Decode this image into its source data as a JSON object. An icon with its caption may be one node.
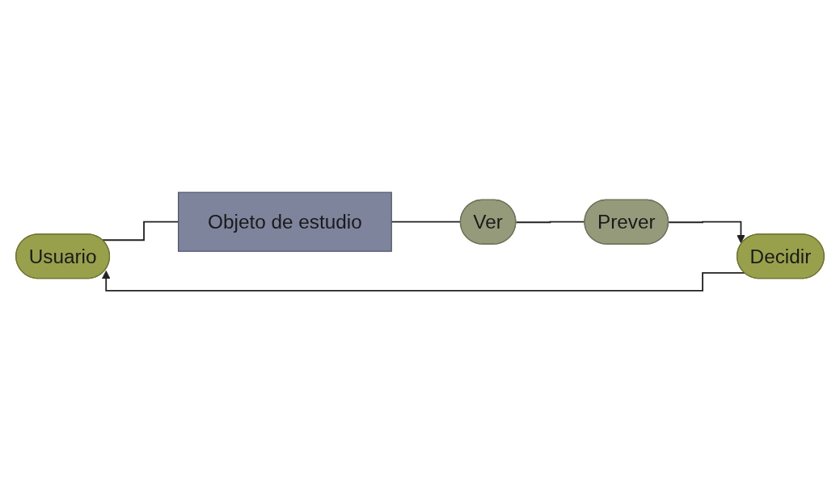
{
  "diagram": {
    "nodes": [
      {
        "text": [
          "Usuario"
        ]
      },
      {
        "text": [
          "Decidir"
        ]
      },
      {
        "text": [
          "Objeto de estudio"
        ]
      },
      {
        "text": [
          "Ver"
        ]
      },
      {
        "text": [
          "Prever"
        ]
      }
    ],
    "edges": [
      {
        "from": 1,
        "to": 0,
        "arrow": "to"
      },
      {
        "from": 0,
        "to": 2,
        "arrow": "none"
      },
      {
        "from": 2,
        "to": 3,
        "arrow": "none"
      },
      {
        "from": 3,
        "to": 4,
        "arrow": "none"
      },
      {
        "from": 4,
        "to": 1,
        "arrow": "to"
      }
    ]
  }
}
